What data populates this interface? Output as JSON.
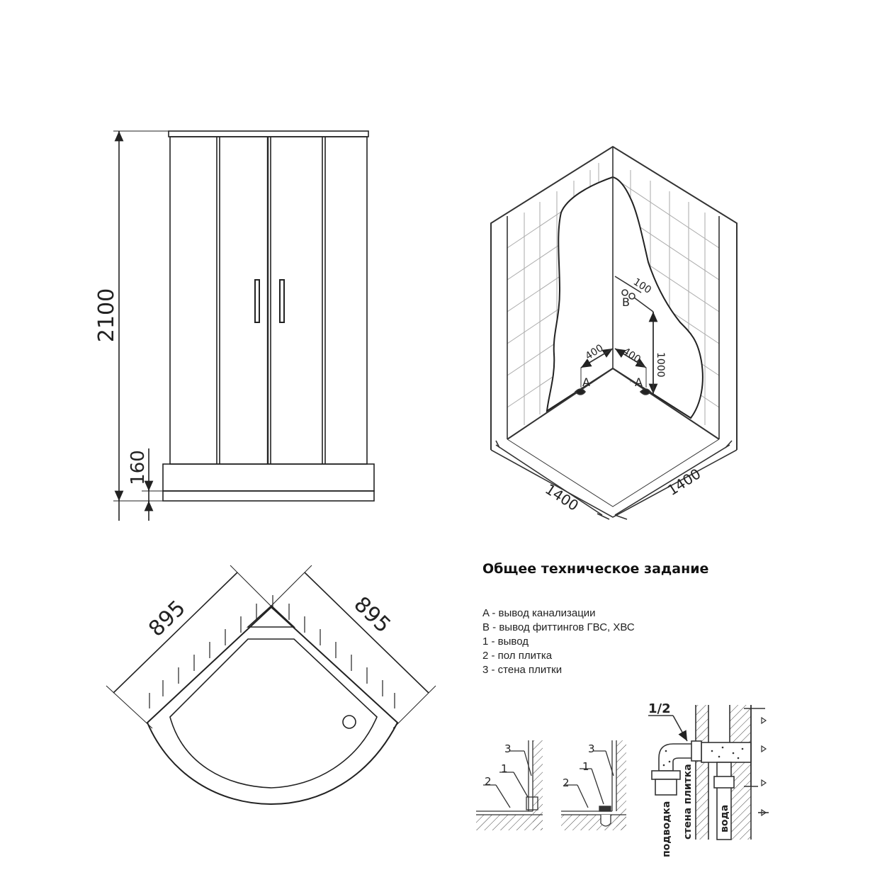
{
  "front_view": {
    "height_total": "2100",
    "tray_height": "160"
  },
  "iso_view": {
    "width_left": "1400",
    "width_right": "1400",
    "offset_left": "400",
    "offset_right": "400",
    "offset_b": "100",
    "height_b": "1000",
    "label_a_left": "A",
    "label_a_right": "A",
    "label_b": "B"
  },
  "plan_view": {
    "side_left": "895",
    "side_right": "895"
  },
  "spec": {
    "title": "Общее техническое задание",
    "items": [
      "A - вывод канализации",
      "B - вывод фиттингов ГВС, ХВС",
      "1 - вывод",
      "2 - пол плитка",
      "3 - стена плитки"
    ]
  },
  "details": {
    "d1": {
      "n3": "3",
      "n1": "1",
      "n2": "2"
    },
    "d2": {
      "n3": "3",
      "n1": "1",
      "n2": "2"
    },
    "d3": {
      "size": "1/2",
      "label_supply": "подводка",
      "label_wall": "стена плитка",
      "label_water": "вода"
    }
  }
}
